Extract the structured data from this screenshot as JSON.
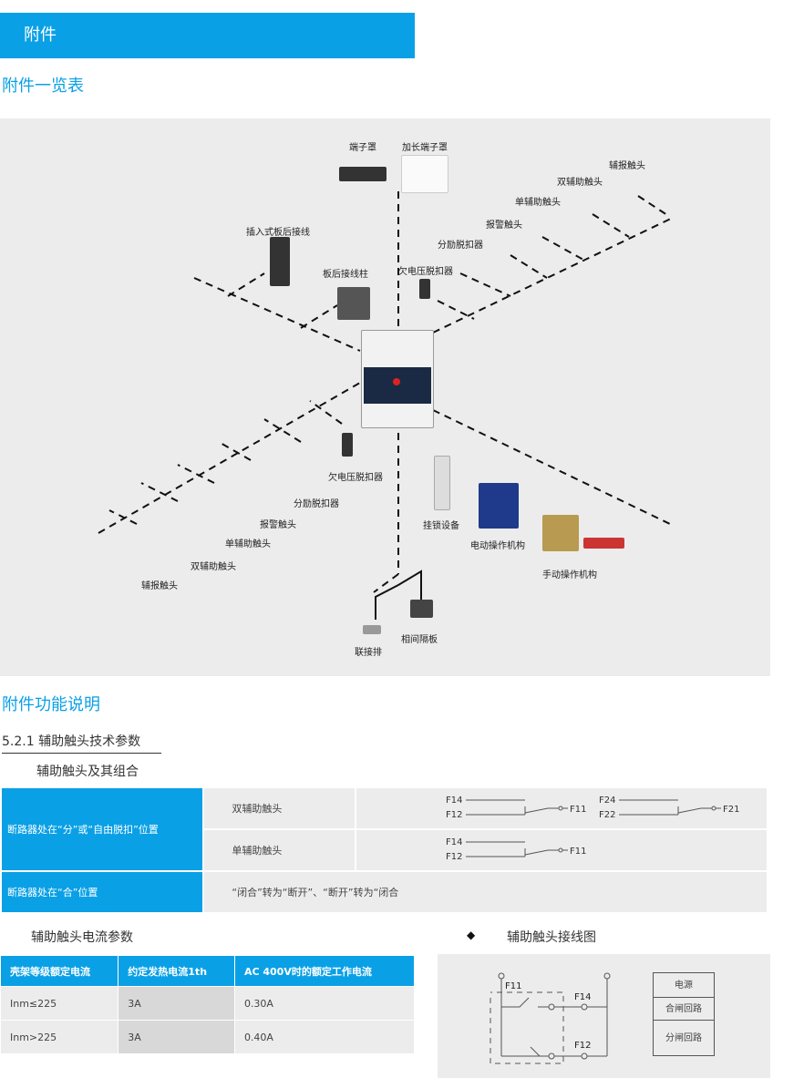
{
  "banner": {
    "title": "附件"
  },
  "section1": {
    "title": "附件一览表"
  },
  "diagram": {
    "labels": {
      "terminal_cover": "端子罩",
      "long_terminal_cover": "加长端子罩",
      "r_aux_alarm": "辅报触头",
      "r_double_aux": "双辅助触头",
      "r_single_aux": "单辅助触头",
      "r_alarm": "报警触头",
      "r_shunt": "分励脱扣器",
      "r_undervoltage": "欠电压脱扣器",
      "plugin_rear": "插入式板后接线",
      "rear_post": "板后接线柱",
      "l_undervoltage": "欠电压脱扣器",
      "l_shunt": "分励脱扣器",
      "l_alarm": "报警触头",
      "l_single_aux": "单辅助触头",
      "l_double_aux": "双辅助触头",
      "l_aux_alarm": "辅报触头",
      "padlock": "挂锁设备",
      "motor_op": "电动操作机构",
      "manual_op": "手动操作机构",
      "link_bar": "联接排",
      "phase_barrier": "相间隔板"
    }
  },
  "section2": {
    "title": "附件功能说明",
    "subsection": "5.2.1 辅助触头技术参数"
  },
  "combo": {
    "title": "辅助触头及其组合",
    "row1_state": "断路器处在“分”或“自由脱扣”位置",
    "double_aux": "双辅助触头",
    "single_aux": "单辅助触头",
    "row2_state": "断路器处在“合”位置",
    "row2_desc": "“闭合”转为“断开”、“断开”转为“闭合",
    "terms": {
      "f14": "F14",
      "f12": "F12",
      "f11": "F11",
      "f24": "F24",
      "f22": "F22",
      "f21": "F21"
    }
  },
  "current": {
    "title": "辅助触头电流参数",
    "headers": [
      "壳架等级额定电流",
      "约定发热电流1th",
      "AC 400V时的额定工作电流"
    ],
    "rows": [
      [
        "Inm≤225",
        "3A",
        "0.30A"
      ],
      [
        "Inm>225",
        "3A",
        "0.40A"
      ]
    ]
  },
  "wiring": {
    "title": "辅助触头接线图",
    "f11": "F11",
    "f14": "F14",
    "f12": "F12",
    "legend": [
      "电源",
      "合闸回路",
      "分闸回路"
    ]
  }
}
